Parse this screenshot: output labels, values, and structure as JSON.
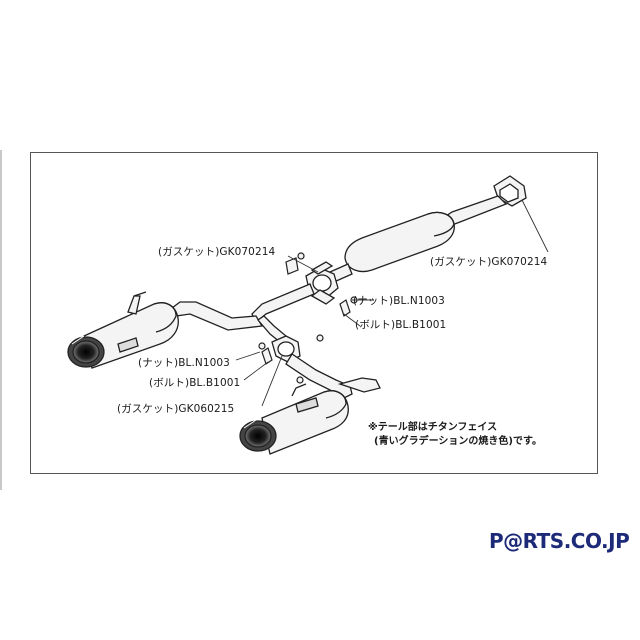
{
  "labels": {
    "gasket_upper_left": "(ガスケット)GK070214",
    "gasket_upper_right": "(ガスケット)GK070214",
    "nut_right": "(ナット)BL.N1003",
    "bolt_right": "(ボルト)BL.B1001",
    "nut_left": "(ナット)BL.N1003",
    "bolt_left": "(ボルト)BL.B1001",
    "gasket_lower": "(ガスケット)GK060215"
  },
  "note": {
    "line1": "※テール部はチタンフェイス",
    "line2": "(青いグラデーションの焼き色)です。"
  },
  "logo": {
    "text": "P@RTS.CO.JP"
  },
  "colors": {
    "line": "#222222",
    "pipe_fill": "#f4f4f4",
    "tip_dark": "#2a2a2a",
    "logo": "#1d2a78"
  }
}
